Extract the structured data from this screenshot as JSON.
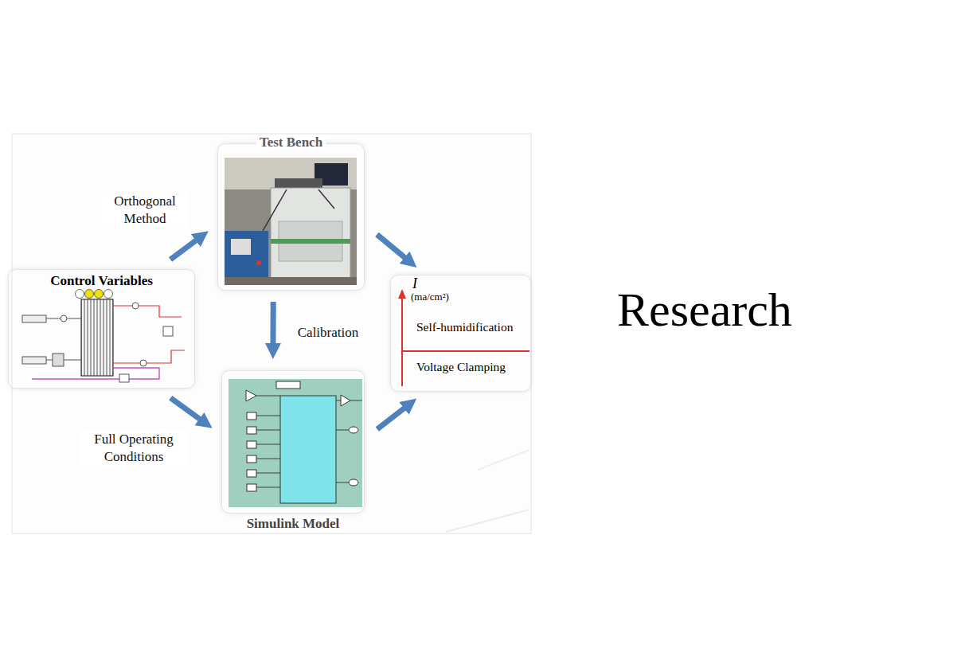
{
  "diagram": {
    "nodes": [
      {
        "text": [
          "Control Variables"
        ]
      },
      {
        "text": [
          "Test Bench"
        ]
      },
      {
        "text": [
          "Simulink Model"
        ]
      },
      {
        "text": [
          "I",
          "(ma/cm²)",
          "Self-humidification",
          "Voltage Clamping"
        ]
      }
    ],
    "edges": [
      {
        "from": 0,
        "to": 1,
        "label": "Orthogonal Method",
        "arrow": "to"
      },
      {
        "from": 0,
        "to": 2,
        "label": "Full Operating Conditions",
        "arrow": "to"
      },
      {
        "from": 1,
        "to": 2,
        "label": "Calibration",
        "arrow": "to"
      },
      {
        "from": 1,
        "to": 3,
        "arrow": "to"
      },
      {
        "from": 2,
        "to": 3,
        "arrow": "to"
      }
    ],
    "labels": [
      "Research"
    ]
  }
}
